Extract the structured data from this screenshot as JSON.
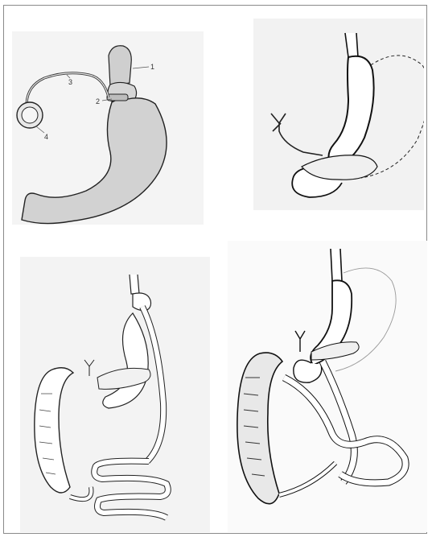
{
  "figure": {
    "panels": [
      {
        "name": "adjustable-gastric-band",
        "labels": [
          "1",
          "2",
          "3",
          "4"
        ]
      },
      {
        "name": "sleeve-gastrectomy"
      },
      {
        "name": "roux-en-y-gastric-bypass"
      },
      {
        "name": "biliopancreatic-diversion-duodenal-switch"
      }
    ]
  }
}
